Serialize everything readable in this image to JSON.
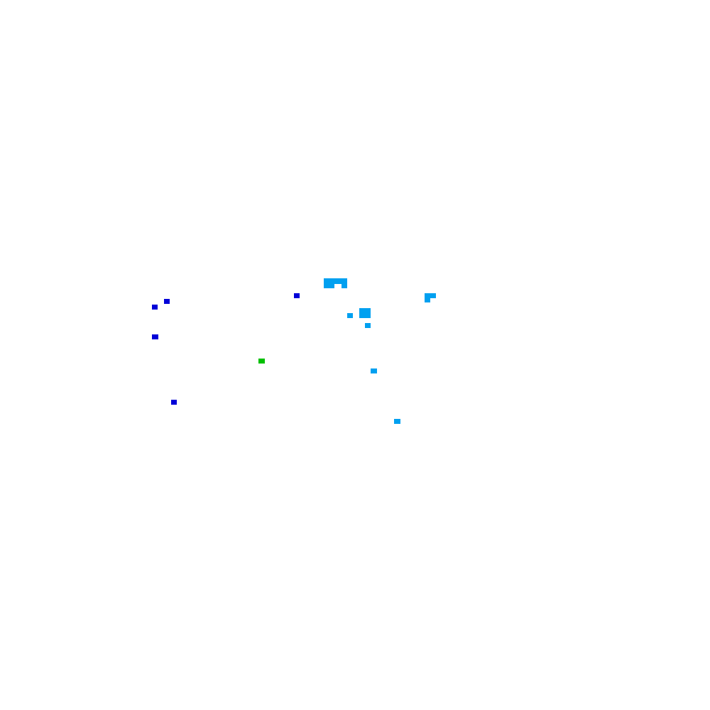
{
  "palette": {
    "background": "#ffffff",
    "dark_blue": "#0000d8",
    "light_blue": "#00a0f0",
    "green": "#00c000"
  },
  "marks": [
    {
      "name": "light-blue-mark-1",
      "color": "light_blue"
    },
    {
      "name": "light-blue-mark-2",
      "color": "light_blue"
    },
    {
      "name": "light-blue-mark-3",
      "color": "light_blue"
    },
    {
      "name": "light-blue-mark-4",
      "color": "light_blue"
    },
    {
      "name": "light-blue-mark-5",
      "color": "light_blue"
    },
    {
      "name": "light-blue-mark-6",
      "color": "light_blue"
    },
    {
      "name": "light-blue-mark-7",
      "color": "light_blue"
    },
    {
      "name": "light-blue-mark-8",
      "color": "light_blue"
    },
    {
      "name": "light-blue-mark-9",
      "color": "light_blue"
    },
    {
      "name": "light-blue-mark-10",
      "color": "light_blue"
    },
    {
      "name": "dark-blue-mark-1",
      "color": "dark_blue"
    },
    {
      "name": "dark-blue-mark-2",
      "color": "dark_blue"
    },
    {
      "name": "dark-blue-mark-3",
      "color": "dark_blue"
    },
    {
      "name": "dark-blue-mark-4",
      "color": "dark_blue"
    },
    {
      "name": "dark-blue-mark-5",
      "color": "dark_blue"
    },
    {
      "name": "green-mark-1",
      "color": "green"
    }
  ]
}
